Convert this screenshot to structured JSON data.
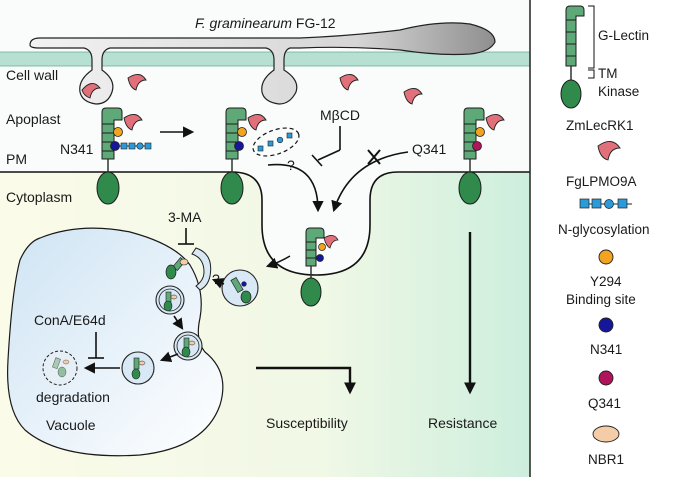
{
  "title_italic": "F. graminearum",
  "title_strain": "FG-12",
  "regions": {
    "cell_wall": "Cell wall",
    "apoplast": "Apoplast",
    "pm": "PM",
    "cytoplasm": "Cytoplasm",
    "vacuole": "Vacuole"
  },
  "labels": {
    "n341": "N341",
    "q341": "Q341",
    "mbcd": "MβCD",
    "three_ma": "3-MA",
    "cona": "ConA/E64d",
    "degradation": "degradation",
    "susceptibility": "Susceptibility",
    "resistance": "Resistance",
    "question": "?"
  },
  "legend": {
    "g_lectin": "G-Lectin",
    "tm": "TM",
    "kinase": "Kinase",
    "zmlecrk1": "ZmLecRK1",
    "fglpmo9a": "FgLPMO9A",
    "nglyco": "N-glycosylation",
    "y294": "Y294",
    "binding_site": "Binding site",
    "n341": "N341",
    "q341": "Q341",
    "nbr1": "NBR1"
  },
  "colors": {
    "receptor_green": "#5fa877",
    "kinase_green": "#2f8a4c",
    "effector_pink": "#e1707a",
    "glycan_blue": "#2a9ad8",
    "y294_orange": "#f2a41e",
    "n341_navy": "#16169a",
    "q341_magenta": "#b0145a",
    "nbr1_peach": "#f4cda8",
    "cell_wall_teal": "#b6e0d2",
    "hypha_gray": "#bdbdbd"
  }
}
